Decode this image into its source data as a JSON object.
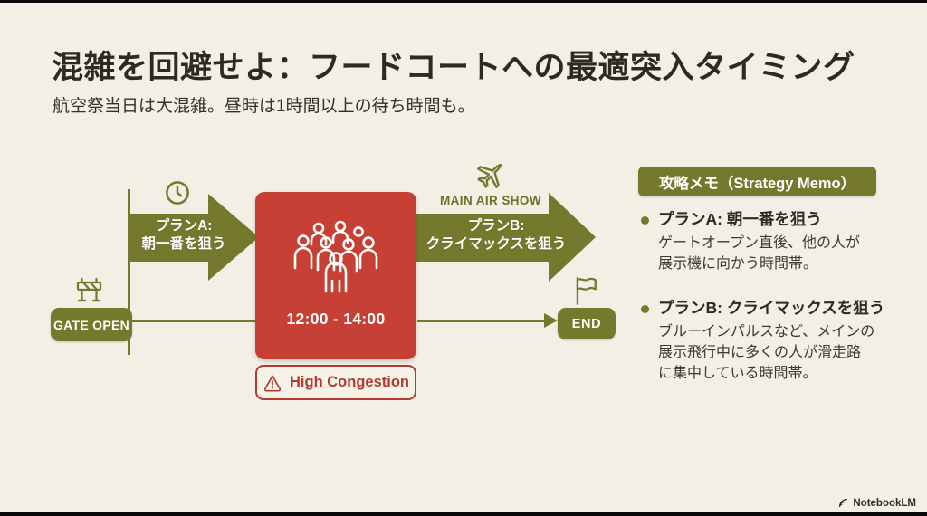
{
  "page": {
    "title": "混雑を回避せよ：フードコートへの最適突入タイミング",
    "subtitle": "航空祭当日は大混雑。昼時は1時間以上の待ち時間も。"
  },
  "colors": {
    "background": "#f2efe4",
    "olive": "#75792e",
    "red": "#c64035",
    "red_accent": "#b23a30",
    "text_dark": "#2b2b22"
  },
  "diagram": {
    "gate_open": "GATE OPEN",
    "end": "END",
    "plan_a": {
      "label": "プランA:\n朝一番を狙う"
    },
    "plan_b": {
      "label": "プランB:\nクライマックスを狙う"
    },
    "main_air_show": "MAIN AIR SHOW",
    "congestion": {
      "time": "12:00 - 14:00",
      "badge": "High Congestion"
    }
  },
  "memo": {
    "header": "攻略メモ（Strategy Memo）",
    "items": [
      {
        "title": "プランA: 朝一番を狙う",
        "description": "ゲートオープン直後、他の人が\n展示機に向かう時間帯。"
      },
      {
        "title": "プランB: クライマックスを狙う",
        "description": "ブルーインパルスなど、メインの\n展示飛行中に多くの人が滑走路\nに集中している時間帯。"
      }
    ]
  },
  "footer": {
    "brand": "NotebookLM"
  }
}
